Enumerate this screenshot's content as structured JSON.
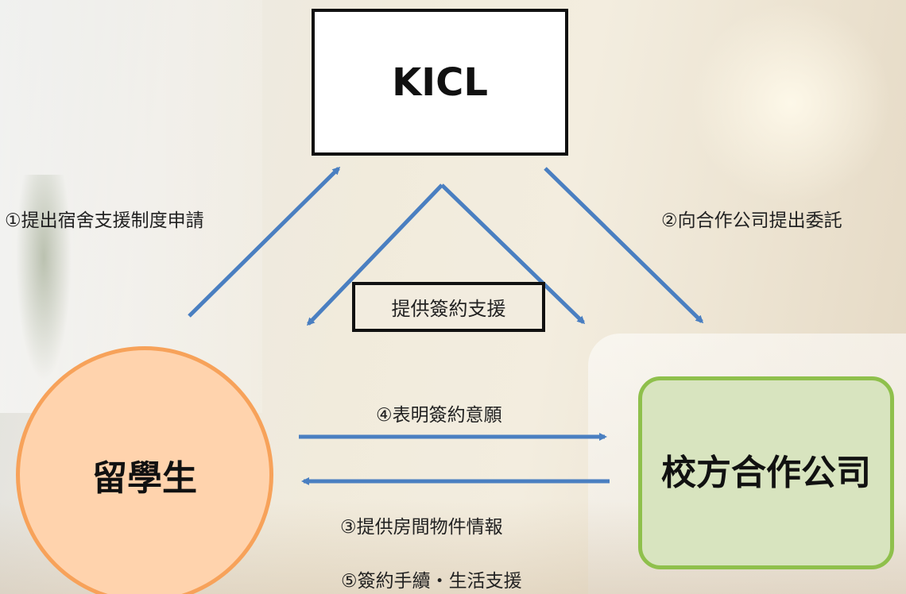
{
  "nodes": {
    "kicl": "KICL",
    "student": "留學生",
    "company": "校方合作公司"
  },
  "labels": {
    "step1": "①提出宿舍支援制度申請",
    "step2": "②向合作公司提出委託",
    "sign_support": "提供簽約支援",
    "step4": "④表明簽約意願",
    "step3": "③提供房間物件情報",
    "step5": "⑤簽約手續・生活支援"
  },
  "colors": {
    "arrow": "#4a7fc1",
    "student_fill": "#ffd3ad",
    "student_border": "#f7a25a",
    "company_fill": "#d8e4bf",
    "company_border": "#8fc04c",
    "kicl_border": "#111111"
  }
}
